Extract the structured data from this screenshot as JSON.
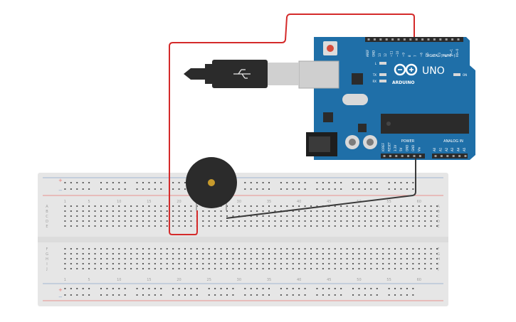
{
  "colors": {
    "breadboard": "#e6e6e6",
    "hole": "#5a5a5a",
    "rail_red": "#e8756f",
    "rail_blue": "#8aa6cc",
    "board": "#1f6fa8",
    "wire_red": "#d42a2a",
    "wire_black": "#3a3a3a",
    "buzzer": "#2b2b2b",
    "buzzer_center": "#c79a2c"
  },
  "breadboard": {
    "column_numbers_top": [
      "1",
      "5",
      "10",
      "15",
      "20",
      "25",
      "30",
      "35",
      "40",
      "45",
      "50",
      "55",
      "60"
    ],
    "column_numbers_bottom": [
      "1",
      "5",
      "10",
      "15",
      "20",
      "25",
      "30",
      "35",
      "40",
      "45",
      "50",
      "55",
      "60"
    ],
    "row_letters_top": [
      "A",
      "B",
      "C",
      "D",
      "E"
    ],
    "row_letters_bottom": [
      "F",
      "G",
      "H",
      "I",
      "J"
    ]
  },
  "arduino": {
    "brand": "ARDUINO",
    "model": "UNO",
    "digital_label": "DIGITAL (PWM~)",
    "power_label": "POWER",
    "analog_label": "ANALOG IN",
    "on_label": "ON",
    "led_labels": [
      "L",
      "TX",
      "RX"
    ],
    "digital_pins": [
      "AREF",
      "GND",
      "13",
      "12",
      "~11",
      "~10",
      "~9",
      "8",
      "7",
      "~6",
      "~5",
      "4",
      "~3",
      "2",
      "TX→1",
      "RX←0"
    ],
    "power_pins": [
      "IOREF",
      "RESET",
      "3.3V",
      "5V",
      "GND",
      "GND",
      "Vin"
    ],
    "analog_pins": [
      "A0",
      "A1",
      "A2",
      "A3",
      "A4",
      "A5"
    ]
  }
}
